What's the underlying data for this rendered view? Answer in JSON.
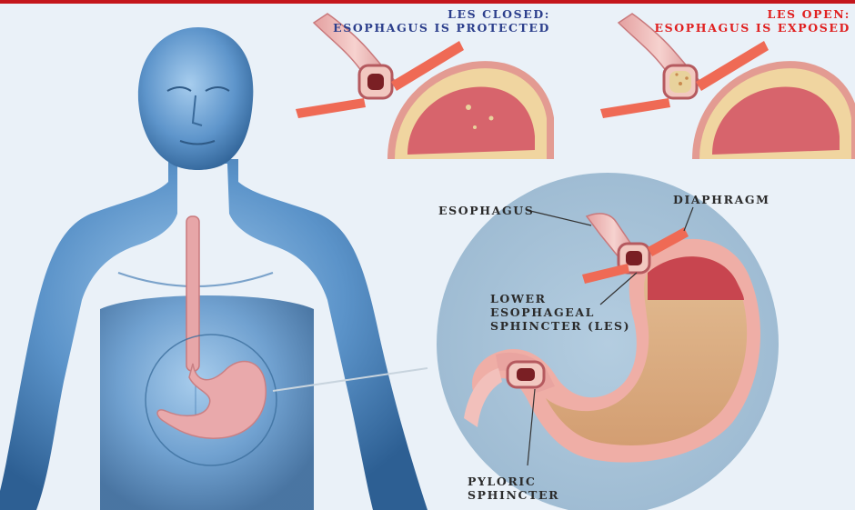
{
  "panels": {
    "closed": {
      "line1": "LES CLOSED:",
      "line2": "ESOPHAGUS IS PROTECTED"
    },
    "open": {
      "line1": "LES OPEN:",
      "line2": "ESOPHAGUS IS EXPOSED"
    }
  },
  "labels": {
    "esophagus": "ESOPHAGUS",
    "diaphragm": "DIAPHRAGM",
    "les_line1": "LOWER",
    "les_line2": "ESOPHAGEAL",
    "les_line3": "SPHINCTER (LES)",
    "pyloric_line1": "PYLORIC",
    "pyloric_line2": "SPHINCTER"
  },
  "colors": {
    "accent_red": "#c4161c",
    "closed_title": "#2c3f8c",
    "open_title": "#e02020",
    "body_blue": "#5b93c9",
    "stomach_pink": "#d98a8e"
  }
}
